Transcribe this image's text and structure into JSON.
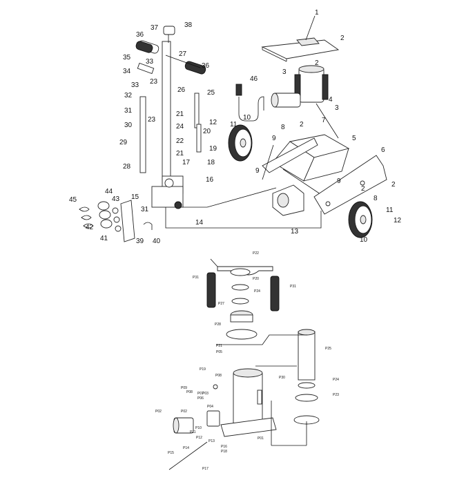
{
  "upper_labels": [
    "1",
    "2",
    "2",
    "3",
    "3",
    "2",
    "4",
    "2",
    "2",
    "5",
    "6",
    "7",
    "8",
    "8",
    "9",
    "9",
    "9",
    "10",
    "10",
    "11",
    "11",
    "12",
    "12",
    "13",
    "14",
    "15",
    "16",
    "17",
    "18",
    "19",
    "20",
    "21",
    "21",
    "22",
    "23",
    "23",
    "24",
    "25",
    "26",
    "27",
    "28",
    "29",
    "30",
    "31",
    "31",
    "32",
    "33",
    "33",
    "34",
    "35",
    "36",
    "36",
    "37",
    "38",
    "39",
    "40",
    "41",
    "42",
    "43",
    "44",
    "45",
    "46"
  ],
  "lower_labels": [
    "P22",
    "P20",
    "P31",
    "P31",
    "P24",
    "P27",
    "P28",
    "P21",
    "P05",
    "P25",
    "P19",
    "P08",
    "P30",
    "P24",
    "P23",
    "P09",
    "P08",
    "P07",
    "P03",
    "P06",
    "P02",
    "P04",
    "P01",
    "P10",
    "P02",
    "P11",
    "P12",
    "P13",
    "P14",
    "P15",
    "P16",
    "P18",
    "P17"
  ]
}
